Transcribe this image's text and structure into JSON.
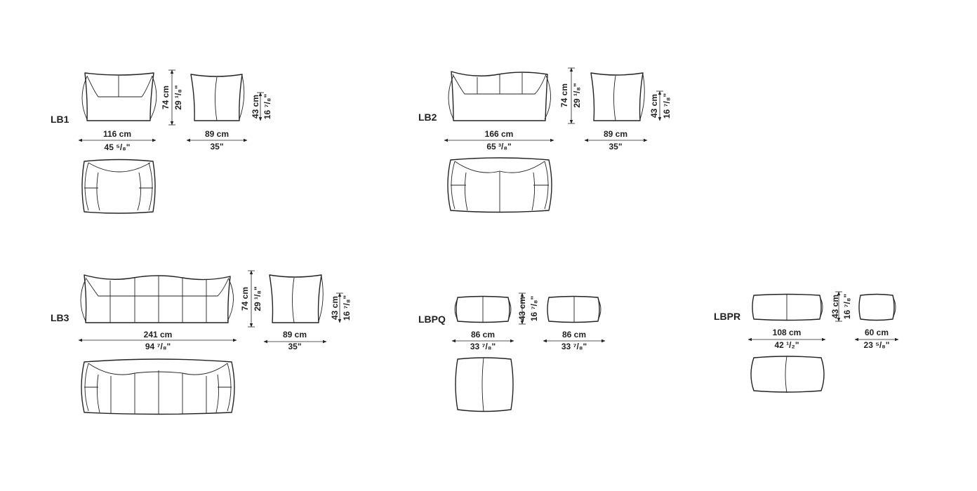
{
  "colors": {
    "line": "#222222",
    "background": "#ffffff"
  },
  "models": [
    {
      "id": "LB1",
      "label": "LB1",
      "width_cm": "116 cm",
      "width_in": "45 ⁵/₈\"",
      "depth_cm": "89 cm",
      "depth_in": "35\"",
      "height_cm": "74 cm",
      "height_in": "29 ¹/₈\"",
      "seat_cm": "43 cm",
      "seat_in": "16 ⁷/₈\""
    },
    {
      "id": "LB2",
      "label": "LB2",
      "width_cm": "166 cm",
      "width_in": "65 ³/₈\"",
      "depth_cm": "89 cm",
      "depth_in": "35\"",
      "height_cm": "74 cm",
      "height_in": "29 ¹/₈\"",
      "seat_cm": "43 cm",
      "seat_in": "16 ⁷/₈\""
    },
    {
      "id": "LB3",
      "label": "LB3",
      "width_cm": "241 cm",
      "width_in": "94 ⁷/₈\"",
      "depth_cm": "89 cm",
      "depth_in": "35\"",
      "height_cm": "74 cm",
      "height_in": "29 ¹/₈\"",
      "seat_cm": "43 cm",
      "seat_in": "16 ⁷/₈\""
    },
    {
      "id": "LBPQ",
      "label": "LBPQ",
      "width_cm": "86 cm",
      "width_in": "33 ⁷/₈\"",
      "depth_cm": "86 cm",
      "depth_in": "33 ⁷/₈\"",
      "height_cm": "43 cm",
      "height_in": "16 ⁷/₈\""
    },
    {
      "id": "LBPR",
      "label": "LBPR",
      "width_cm": "108 cm",
      "width_in": "42 ¹/₂\"",
      "depth_cm": "60 cm",
      "depth_in": "23 ⁵/₈\"",
      "height_cm": "43 cm",
      "height_in": "16 ⁷/₈\""
    }
  ]
}
